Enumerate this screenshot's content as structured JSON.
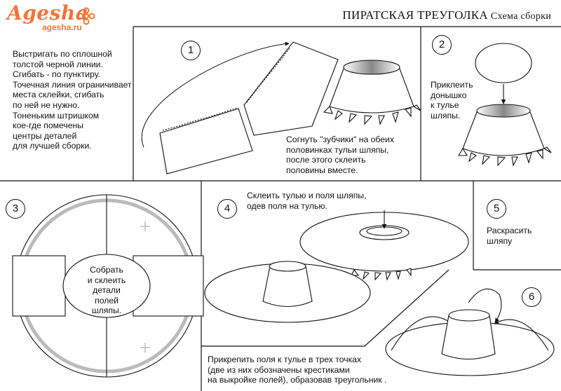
{
  "header": {
    "logo_text": "Agesha",
    "logo_url": "agesha.ru",
    "title": "ПИРАТСКАЯ ТРЕУГОЛКА",
    "subtitle": "Схема сборки"
  },
  "intro_text": "Выстригать по сплошной толстой черной линии.\nСгибать  -  по пунктиру.\nТочечная линия ограничивает\nместа склейки, сгибать\nпо ней не нужно.\nТоненьким штришком\nкое-где помечены\nцентры деталей\nдля лучшей сборки.",
  "steps": [
    {
      "number": "1",
      "caption": "Согнуть \"зубчики\" на обеих\nполовинках тульи шляпы,\nпосле этого склеить\nполовины вместе."
    },
    {
      "number": "2",
      "caption": "Приклеить\nдонышко\nк тулье\nшляпы."
    },
    {
      "number": "3",
      "caption": "Собрать\nи склеить\nдетали\nполей\nшляпы."
    },
    {
      "number": "4",
      "caption": "Склеить тулью и поля шляпы,\nодев поля на тулью."
    },
    {
      "number": "5",
      "caption": "Раскрасить\nшляпу"
    },
    {
      "number": "6",
      "caption": "Прикрепить поля к тулье в трех точках\n(две из них обозначены крестиками\nна выкройке полей), образовав треугольник ."
    }
  ],
  "colors": {
    "accent": "#f0763a",
    "line": "#111111",
    "grey": "#bbbbbb"
  }
}
